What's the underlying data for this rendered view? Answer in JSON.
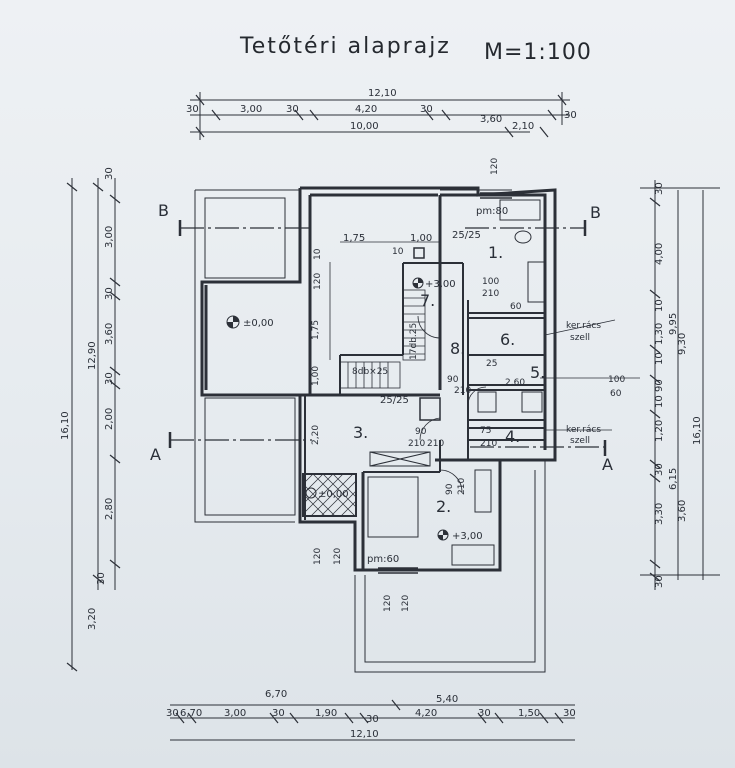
{
  "title": "Tetőtéri alaprajz",
  "scale": "M=1:100",
  "dims_top": {
    "total": "12,10",
    "segments": [
      "30",
      "3,00",
      "30",
      "4,20",
      "30",
      "3,60",
      "30"
    ],
    "lower": [
      "10,00",
      "2,10"
    ]
  },
  "dims_bottom": {
    "upper": [
      "6,70",
      "5,40"
    ],
    "segments": [
      "30",
      "3,00",
      "30",
      "1,90",
      "30",
      "4,20",
      "30",
      "1,50",
      "30"
    ],
    "total": "12,10"
  },
  "dims_left": {
    "outer": [
      "16,10",
      "12,90",
      "3,20"
    ],
    "segments": [
      "30",
      "3,00",
      "30",
      "3,60",
      "30",
      "2,00",
      "2,80",
      "30"
    ]
  },
  "dims_right": {
    "segments": [
      "30",
      "4,00",
      "10",
      "1,30",
      "10",
      "90",
      "10",
      "1,20",
      "30",
      "3,30",
      "30"
    ],
    "mid": [
      "9,95",
      "9,30",
      "6,15",
      "3,60"
    ],
    "total": "16,10"
  },
  "sections": {
    "b": "B",
    "a": "A"
  },
  "rooms": [
    "1.",
    "2.",
    "3.",
    "4.",
    "5.",
    "6.",
    "7.",
    "8."
  ],
  "levels": {
    "main": "±0,00",
    "lower": "±0,00",
    "r7": "+3,00",
    "r2": "+3,00"
  },
  "annotations": {
    "pm80": "pm:80",
    "pm60": "pm:60",
    "chimney1": "25/25",
    "chimney2": "25/25",
    "d175": "1,75",
    "d100": "1,00",
    "d10": "10",
    "stairs1": "17db.25",
    "stairs2": "8db×25",
    "grille1a": "ker.rács",
    "grille1b": "szell",
    "grille2a": "ker.rács",
    "grille2b": "szell",
    "door100": "100",
    "door210": "210",
    "door90": "90",
    "door210b": "210",
    "door75": "75",
    "door210c": "210",
    "door60": "60",
    "n100": "100",
    "n60": "60",
    "r260": "2,60",
    "v120a": "120",
    "v120b": "120",
    "v120c": "120",
    "v120d": "120",
    "v120e": "120",
    "v120f": "120",
    "v175": "1,75",
    "v100": "1,00",
    "v10": "10",
    "v220": "2,20",
    "n25": "25",
    "n210": "210",
    "n90b": "90",
    "n210b": "210",
    "n90c": "90",
    "n210c": "210"
  }
}
